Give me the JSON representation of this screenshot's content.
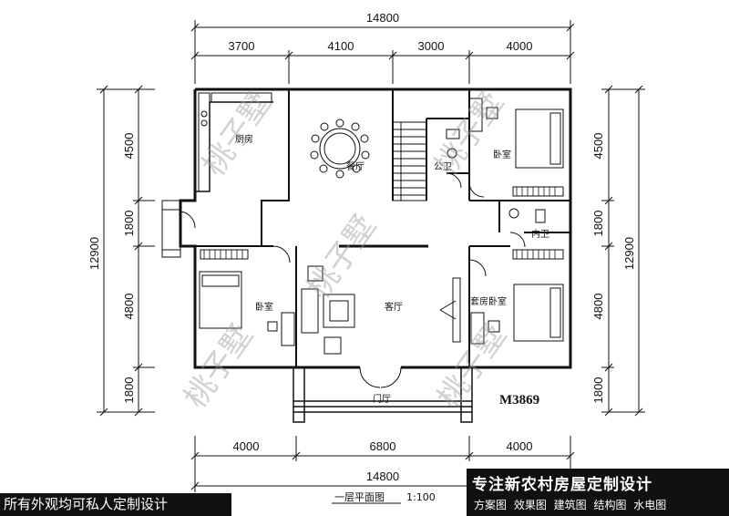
{
  "plan": {
    "total_width_top": "14800",
    "top_segments": [
      "3700",
      "4100",
      "3000",
      "4000"
    ],
    "bottom_segments": [
      "4000",
      "6800",
      "4000"
    ],
    "total_width_bottom": "14800",
    "left_segments": [
      "4500",
      "1800",
      "4800",
      "1800"
    ],
    "total_depth_left": "12900",
    "right_segments": [
      "4500",
      "1800",
      "4800",
      "1800"
    ],
    "total_depth_right": "12900",
    "rooms": {
      "kitchen": "厨房",
      "dining": "餐厅",
      "public_bath": "公卫",
      "bedroom_ne": "卧室",
      "ensuite": "内卫",
      "bedroom_sw": "卧室",
      "living": "客厅",
      "guest_bedroom": "套房卧室",
      "foyer": "门厅"
    },
    "code": "M3869",
    "title": "一层平面图",
    "scale": "1:100",
    "watermark": "桃子墅"
  },
  "banner": {
    "left_text": "所有外观均可私人定制设计",
    "right_title": "专注新农村房屋定制设计",
    "right_services": "方案图 效果图 建筑图 结构图 水电图"
  }
}
